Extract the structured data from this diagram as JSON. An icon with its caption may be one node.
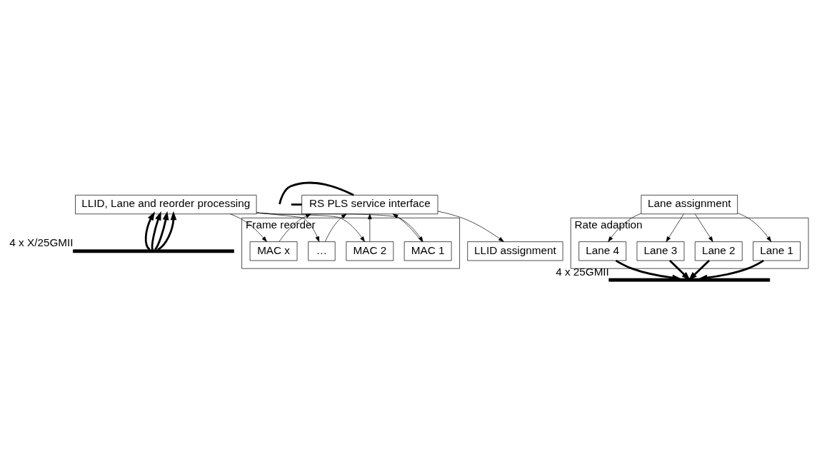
{
  "diagram": {
    "nodes": [
      {
        "text": [
          "RS PLS service interface"
        ]
      },
      {
        "text": [
          "LLID assignment"
        ]
      },
      {
        "text": [
          "Lane assignment"
        ]
      },
      {
        "text": [
          "Rate adaption"
        ]
      },
      {
        "text": [
          "Lane 1"
        ],
        "in": 3
      },
      {
        "text": [
          "Lane 2"
        ],
        "in": 3
      },
      {
        "text": [
          "Lane 3"
        ],
        "in": 3
      },
      {
        "text": [
          "Lane 4"
        ],
        "in": 3
      },
      {
        "text": [
          "Frame reorder"
        ]
      },
      {
        "text": [
          "MAC 1"
        ],
        "in": 8
      },
      {
        "text": [
          "MAC 2"
        ],
        "in": 8
      },
      {
        "text": [
          "…"
        ],
        "in": 8
      },
      {
        "text": [
          "MAC x"
        ],
        "in": 8
      },
      {
        "text": [
          "LLID, Lane and reorder processing"
        ]
      },
      {
        "text": [],
        "shape": "bar",
        "beside": [
          "4 x 25GMII"
        ]
      },
      {
        "text": [],
        "shape": "bar",
        "beside": [
          "4 x X/25GMII"
        ]
      }
    ],
    "edges": [
      {
        "from": null,
        "to": 0,
        "arrow": "none",
        "style": "thick"
      },
      {
        "from": null,
        "to": 0,
        "arrow": "none",
        "style": "thick"
      },
      {
        "from": 0,
        "to": 1,
        "arrow": "to"
      },
      {
        "from": 2,
        "to": 4,
        "arrow": "to"
      },
      {
        "from": 2,
        "to": 5,
        "arrow": "to"
      },
      {
        "from": 2,
        "to": 6,
        "arrow": "to"
      },
      {
        "from": 2,
        "to": 7,
        "arrow": "to"
      },
      {
        "from": 9,
        "to": 0,
        "arrow": "to"
      },
      {
        "from": 10,
        "to": 0,
        "arrow": "to"
      },
      {
        "from": 11,
        "to": 0,
        "arrow": "to"
      },
      {
        "from": 12,
        "to": 0,
        "arrow": "to"
      },
      {
        "from": 13,
        "to": 9,
        "arrow": "to"
      },
      {
        "from": 13,
        "to": 10,
        "arrow": "to"
      },
      {
        "from": 13,
        "to": 11,
        "arrow": "to"
      },
      {
        "from": 13,
        "to": 12,
        "arrow": "to"
      },
      {
        "from": 4,
        "to": 14,
        "arrow": "to",
        "style": "thick"
      },
      {
        "from": 5,
        "to": 14,
        "arrow": "to",
        "style": "thick"
      },
      {
        "from": 6,
        "to": 14,
        "arrow": "to",
        "style": "thick"
      },
      {
        "from": 7,
        "to": 14,
        "arrow": "to",
        "style": "thick"
      },
      {
        "from": 15,
        "to": 13,
        "arrow": "to",
        "style": "thick"
      },
      {
        "from": 15,
        "to": 13,
        "arrow": "to",
        "style": "thick"
      },
      {
        "from": 15,
        "to": 13,
        "arrow": "to",
        "style": "thick"
      },
      {
        "from": 15,
        "to": 13,
        "arrow": "to",
        "style": "thick"
      }
    ]
  }
}
